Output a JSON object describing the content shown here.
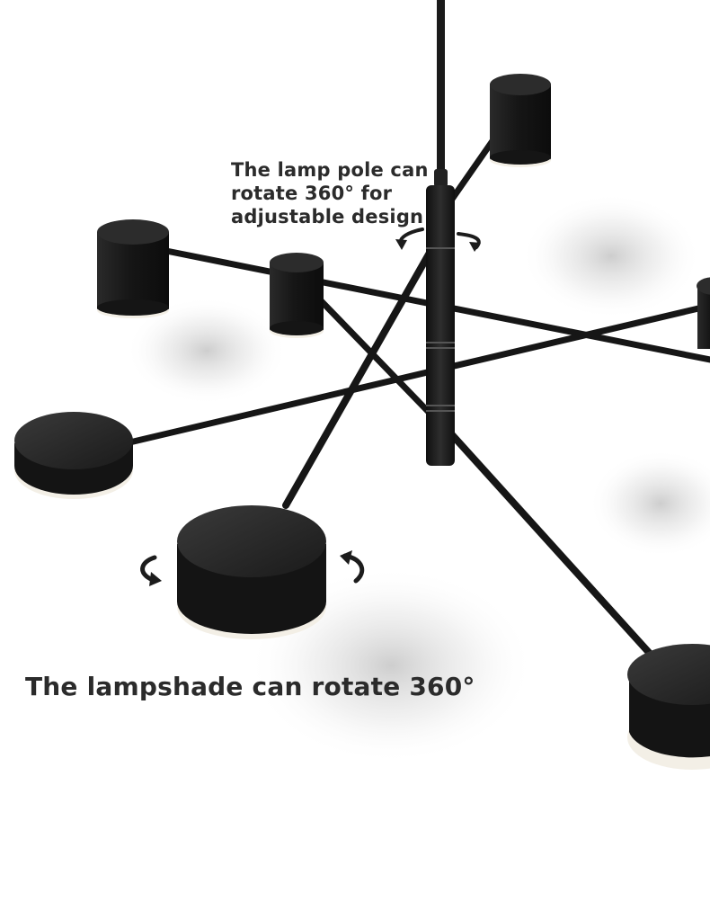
{
  "captions": {
    "pole": {
      "line1": "The lamp pole can",
      "line2": "rotate 360° for",
      "line3": "adjustable design"
    },
    "lampshade": "The lampshade can rotate 360°"
  },
  "colors": {
    "background": "#ffffff",
    "fixture": "#1c1c1c",
    "text": "#2b2b2b",
    "light_rim": "#f3efe6"
  },
  "icons": [
    "rotate-arrow-icon",
    "rotate-arrow-icon",
    "rotate-arrow-icon",
    "rotate-arrow-icon"
  ]
}
